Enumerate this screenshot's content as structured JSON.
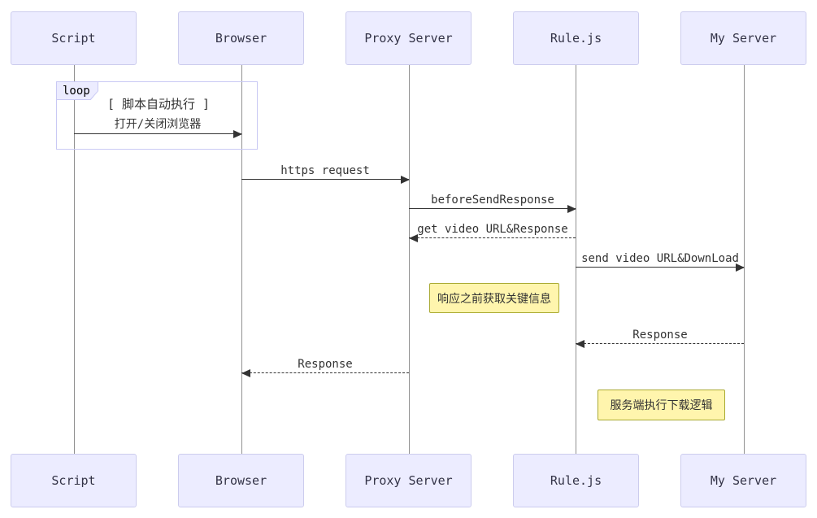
{
  "diagram": {
    "type": "sequence-diagram",
    "participants": [
      {
        "name": "Script"
      },
      {
        "name": "Browser"
      },
      {
        "name": "Proxy Server"
      },
      {
        "name": "Rule.js"
      },
      {
        "name": "My Server"
      }
    ],
    "loop": {
      "label": "loop",
      "condition": "[ 脚本自动执行 ]",
      "message": {
        "from": "Script",
        "to": "Browser",
        "label": "打开/关闭浏览器",
        "style": "solid"
      }
    },
    "messages": [
      {
        "from": "Browser",
        "to": "Proxy Server",
        "label": "https request",
        "style": "solid"
      },
      {
        "from": "Proxy Server",
        "to": "Rule.js",
        "label": "beforeSendResponse",
        "style": "solid"
      },
      {
        "from": "Rule.js",
        "to": "Proxy Server",
        "label": "get video URL&Response",
        "style": "dashed"
      },
      {
        "from": "Rule.js",
        "to": "My Server",
        "label": "send video URL&DownLoad",
        "style": "solid"
      },
      {
        "from": "My Server",
        "to": "Rule.js",
        "label": "Response",
        "style": "dashed"
      },
      {
        "from": "Proxy Server",
        "to": "Browser",
        "label": "Response",
        "style": "dashed"
      }
    ],
    "notes": [
      {
        "text": "响应之前获取关键信息",
        "between": [
          "Proxy Server",
          "Rule.js"
        ]
      },
      {
        "text": "服务端执行下载逻辑",
        "between": [
          "Rule.js",
          "My Server"
        ]
      }
    ],
    "colors": {
      "actor_fill": "#ECECFF",
      "actor_border": "#CCCCEE",
      "note_fill": "#FFF5AD",
      "note_border": "#AAAA33",
      "message_line": "#333333",
      "lifeline": "#919191",
      "loop_border": "#C9C9F4"
    }
  }
}
